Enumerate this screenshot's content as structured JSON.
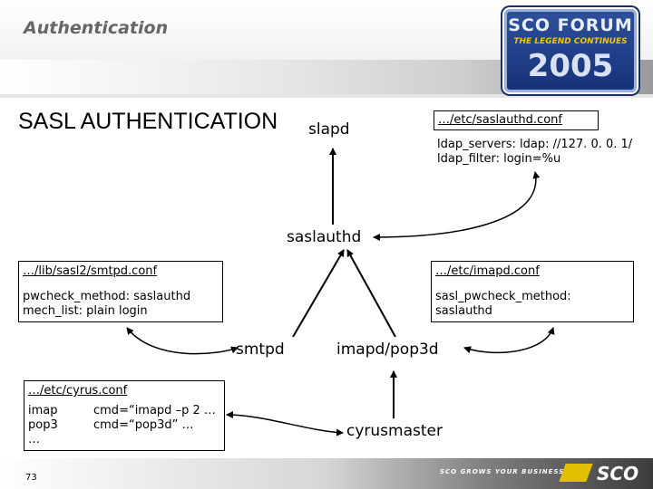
{
  "header": {
    "section_title": "Authentication",
    "logo": {
      "line1": "SCO FORUM",
      "line2": "THE LEGEND CONTINUES",
      "line3": "2005"
    }
  },
  "page_title": "SASL AUTHENTICATION",
  "nodes": {
    "slapd": "slapd",
    "saslauthd": "saslauthd",
    "smtpd": "smtpd",
    "imapd": "imapd/pop3d",
    "cyrusmaster": "cyrusmaster"
  },
  "boxes": {
    "saslauthd_conf": {
      "title": "…/etc/saslauthd.conf",
      "lines": [
        "ldap_servers: ldap: //127. 0. 0. 1/",
        "ldap_filter: login=%u"
      ]
    },
    "smtpd_conf": {
      "title": "…/lib/sasl2/smtpd.conf",
      "lines": [
        "pwcheck_method: saslauthd",
        "mech_list: plain login"
      ]
    },
    "imapd_conf": {
      "title": "…/etc/imapd.conf",
      "lines": [
        "sasl_pwcheck_method: saslauthd"
      ]
    },
    "cyrus_conf": {
      "title": "…/etc/cyrus.conf",
      "rows": [
        {
          "key": "imap",
          "val": "cmd=“imapd –p 2 …"
        },
        {
          "key": "pop3",
          "val": "cmd=“pop3d” …"
        },
        {
          "key": "…",
          "val": ""
        }
      ]
    }
  },
  "footer": {
    "tagline": "SCO GROWS YOUR BUSINESS",
    "brand": "SCO",
    "page_number": "73"
  },
  "colors": {
    "accent": "#16327a",
    "logo_yellow": "#f3c400"
  }
}
